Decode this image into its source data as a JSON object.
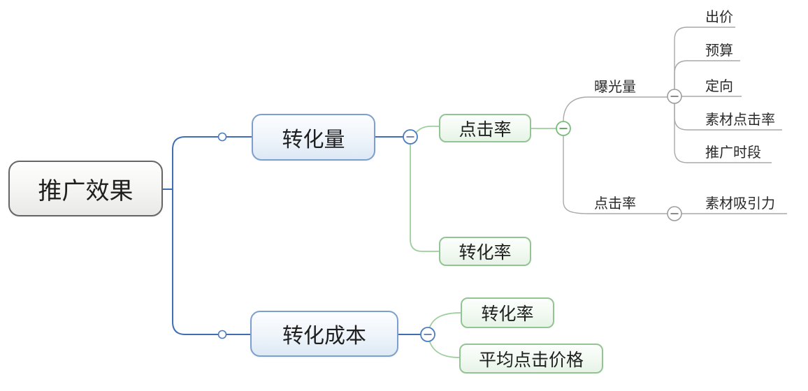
{
  "mindmap": {
    "root": {
      "label": "推广效果"
    },
    "branches": [
      {
        "label": "转化量",
        "children": [
          {
            "label": "点击率",
            "children": [
              {
                "label": "曝光量",
                "children": [
                  "出价",
                  "预算",
                  "定向",
                  "素材点击率",
                  "推广时段"
                ]
              },
              {
                "label": "点击率",
                "children": [
                  "素材吸引力"
                ]
              }
            ]
          },
          {
            "label": "转化率"
          }
        ]
      },
      {
        "label": "转化成本",
        "children": [
          {
            "label": "转化率"
          },
          {
            "label": "平均点击价格"
          }
        ]
      }
    ],
    "collapse_icon": "minus",
    "colors": {
      "root_border": "#666666",
      "blue_box_border": "#7d9fd0",
      "blue_line": "#3f6eb5",
      "green_box_border": "#93c493",
      "green_line": "#9ccf9c",
      "gray_line": "#a9a9a9",
      "text": "#1f1f1f"
    }
  }
}
